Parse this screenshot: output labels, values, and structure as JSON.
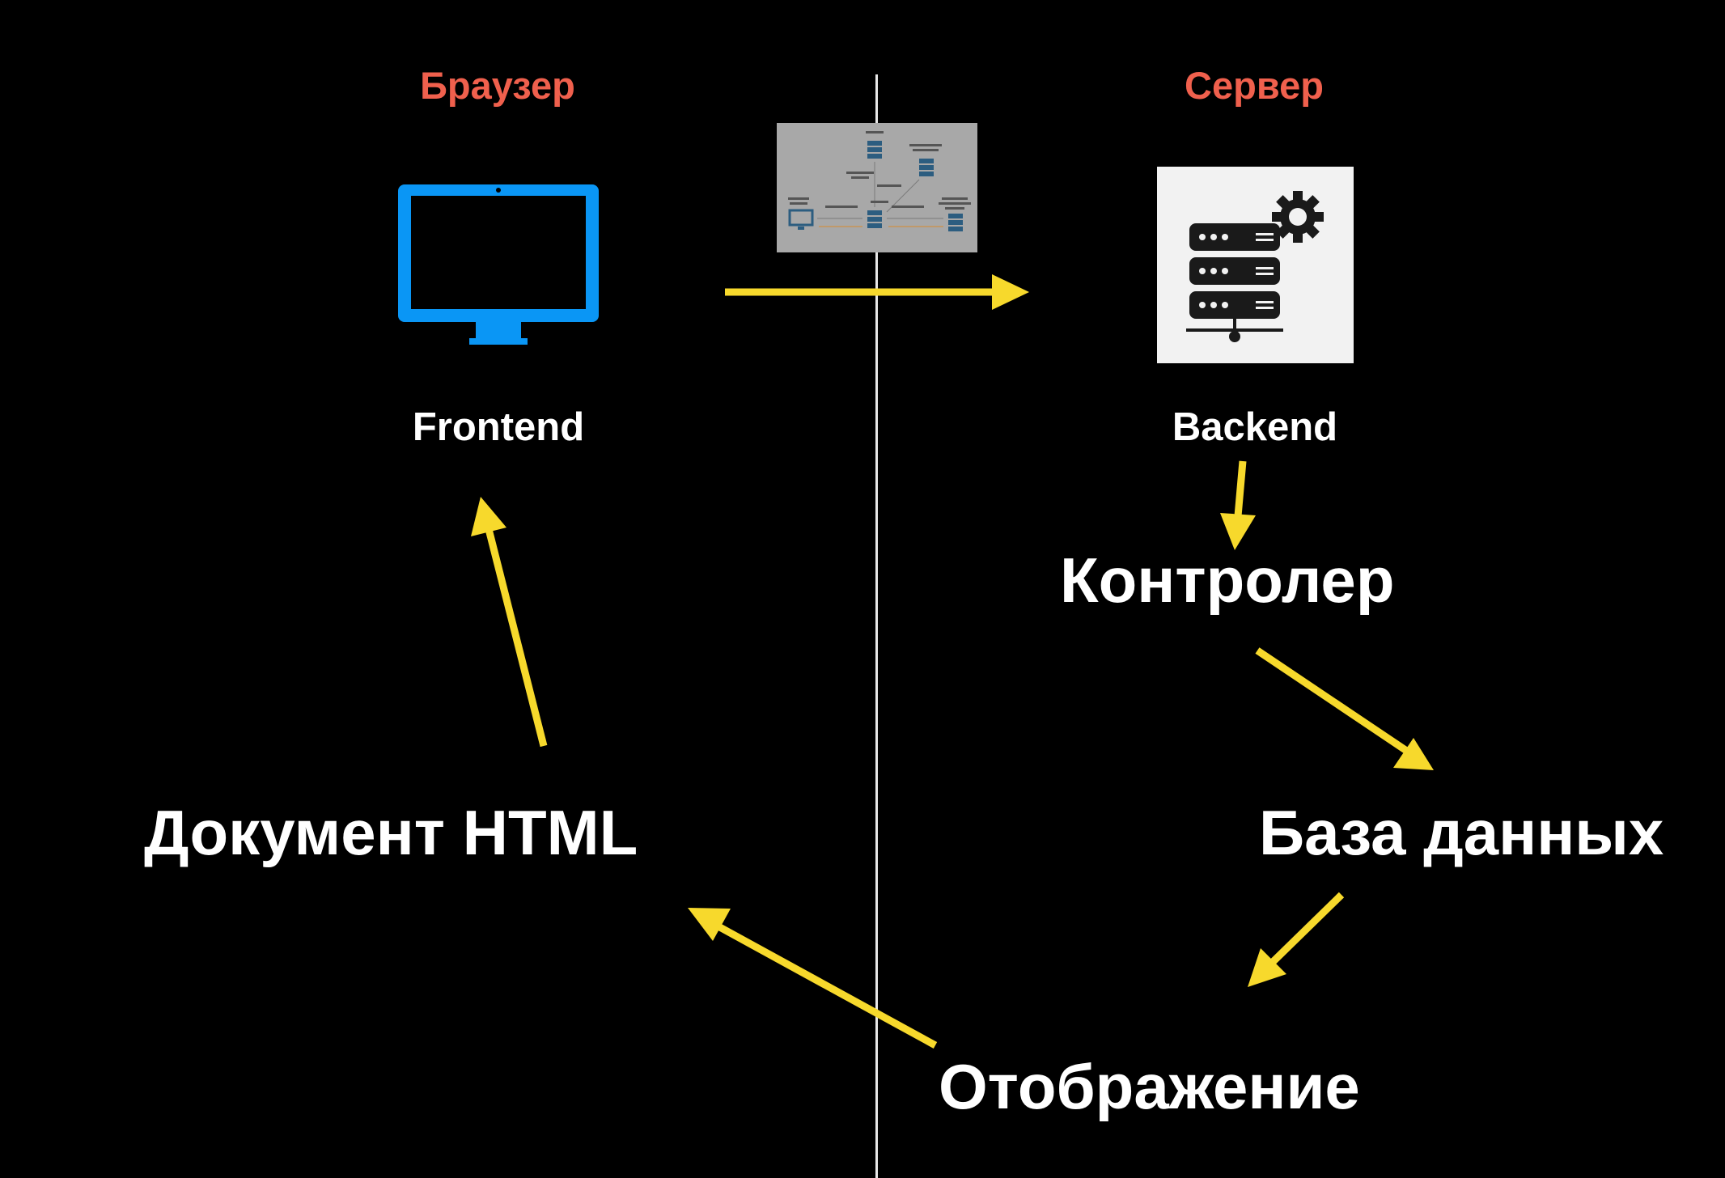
{
  "columns": {
    "browser": "Браузер",
    "server": "Сервер"
  },
  "nodes": {
    "frontend": "Frontend",
    "backend": "Backend",
    "controller": "Контролер",
    "database": "База данных",
    "rendering": "Отображение",
    "html_document": "Документ HTML"
  },
  "icons": {
    "frontend": "monitor-icon",
    "backend": "server-rack-gear-icon",
    "thumbnail": "network-diagram-thumbnail"
  },
  "colors": {
    "background": "#000000",
    "column_title": "#f0604d",
    "arrow": "#f7d92c",
    "monitor": "#0a96f5",
    "text": "#ffffff",
    "divider": "#e8e8e8"
  }
}
